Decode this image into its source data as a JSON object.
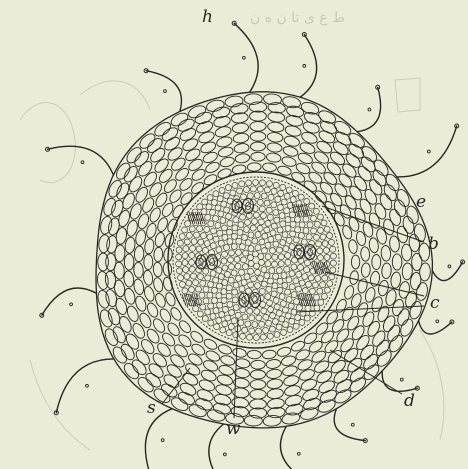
{
  "figure": {
    "labels": {
      "h": "h",
      "e": "e",
      "b": "b",
      "c": "c",
      "d": "d",
      "s": "s",
      "w": "w"
    },
    "colors": {
      "paper": "#ecebd8",
      "ink": "#2a2622"
    }
  }
}
